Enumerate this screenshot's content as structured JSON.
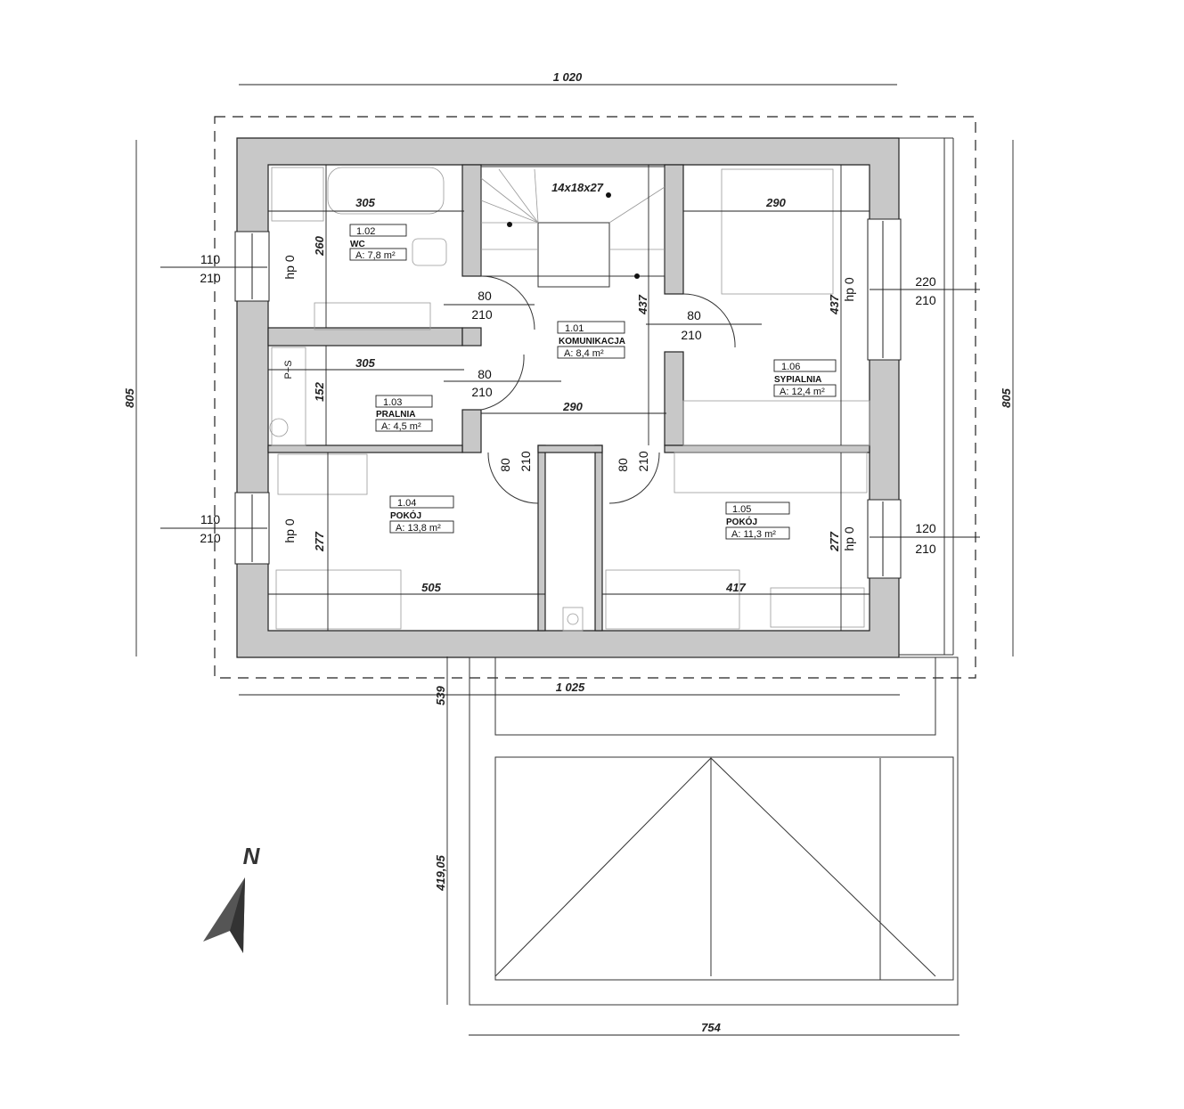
{
  "title": "Floor plan - attic level",
  "north_label": "N",
  "overall_dims": {
    "top": "1 020",
    "bottom": "1 025",
    "left": "805",
    "right": "805",
    "terrace_depth_1": "539",
    "terrace_depth_2": "419,05",
    "terrace_width": "754"
  },
  "stairs": "14x18x27",
  "rooms": [
    {
      "number": "1.01",
      "name": "KOMUNIKACJA",
      "area": "A: 8,4 m²"
    },
    {
      "number": "1.02",
      "name": "WC",
      "area": "A: 7,8 m²"
    },
    {
      "number": "1.03",
      "name": "PRALNIA",
      "area": "A: 4,5 m²"
    },
    {
      "number": "1.04",
      "name": "POKÓJ",
      "area": "A: 13,8 m²"
    },
    {
      "number": "1.05",
      "name": "POKÓJ",
      "area": "A: 11,3 m²"
    },
    {
      "number": "1.06",
      "name": "SYPIALNIA",
      "area": "A: 12,4 m²"
    }
  ],
  "interior_dims": {
    "wc_width": "305",
    "wc_depth": "260",
    "pralnia_width": "305",
    "pralnia_depth": "152",
    "hall_depth": "437",
    "hall_width": "290",
    "bedroom_width": "290",
    "bedroom_depth": "437",
    "room104_width": "505",
    "room104_depth": "277",
    "room105_width": "417",
    "room105_depth": "277"
  },
  "doors": [
    {
      "width": "80",
      "height": "210"
    },
    {
      "width": "80",
      "height": "210"
    },
    {
      "width": "80",
      "height": "210"
    },
    {
      "width": "80",
      "height": "210"
    },
    {
      "width": "80",
      "height": "210"
    }
  ],
  "windows": [
    {
      "width": "110",
      "height": "210",
      "sill": "hp 0"
    },
    {
      "width": "110",
      "height": "210",
      "sill": "hp 0"
    },
    {
      "width": "220",
      "height": "210",
      "sill": "hp 0"
    },
    {
      "width": "120",
      "height": "210",
      "sill": "hp 0"
    }
  ],
  "shaft_label": "P+S"
}
